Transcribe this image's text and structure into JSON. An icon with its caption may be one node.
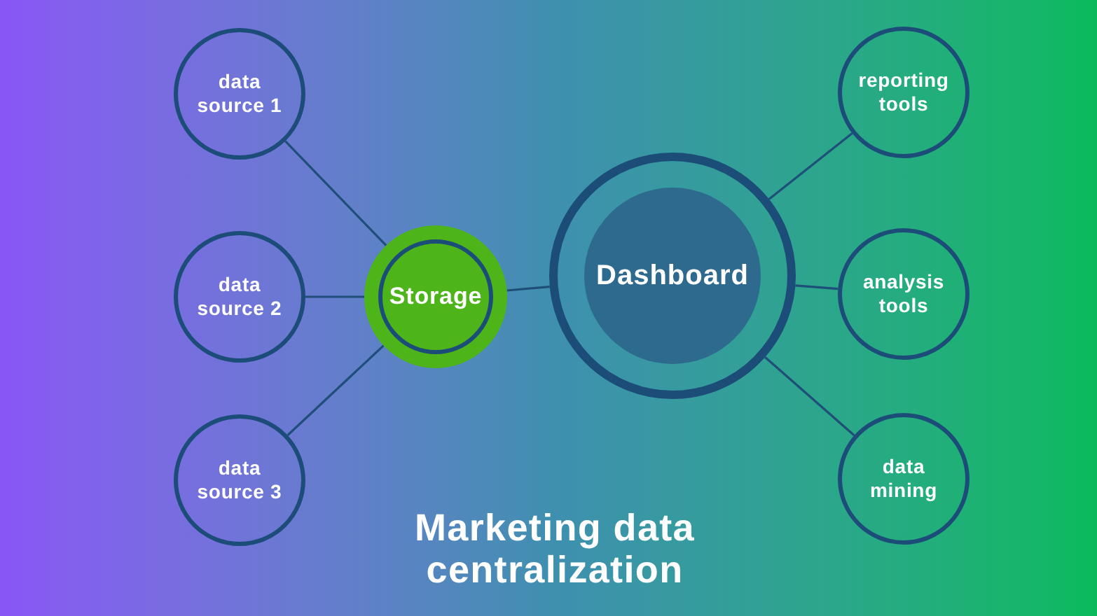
{
  "diagram": {
    "title": "Marketing data centralization",
    "nodes": [
      {
        "text": [
          "data source 1"
        ]
      },
      {
        "text": [
          "data source 2"
        ]
      },
      {
        "text": [
          "data source 3"
        ]
      },
      {
        "text": [
          "Storage"
        ]
      },
      {
        "text": [
          "Dashboard"
        ]
      },
      {
        "text": [
          "reporting tools"
        ]
      },
      {
        "text": [
          "analysis tools"
        ]
      },
      {
        "text": [
          "data mining"
        ]
      }
    ],
    "edges": [
      {
        "from": 0,
        "to": 3,
        "arrow": "none"
      },
      {
        "from": 1,
        "to": 3,
        "arrow": "none"
      },
      {
        "from": 2,
        "to": 3,
        "arrow": "none"
      },
      {
        "from": 3,
        "to": 4,
        "arrow": "none"
      },
      {
        "from": 4,
        "to": 5,
        "arrow": "none"
      },
      {
        "from": 4,
        "to": 6,
        "arrow": "none"
      },
      {
        "from": 4,
        "to": 7,
        "arrow": "none"
      }
    ]
  }
}
